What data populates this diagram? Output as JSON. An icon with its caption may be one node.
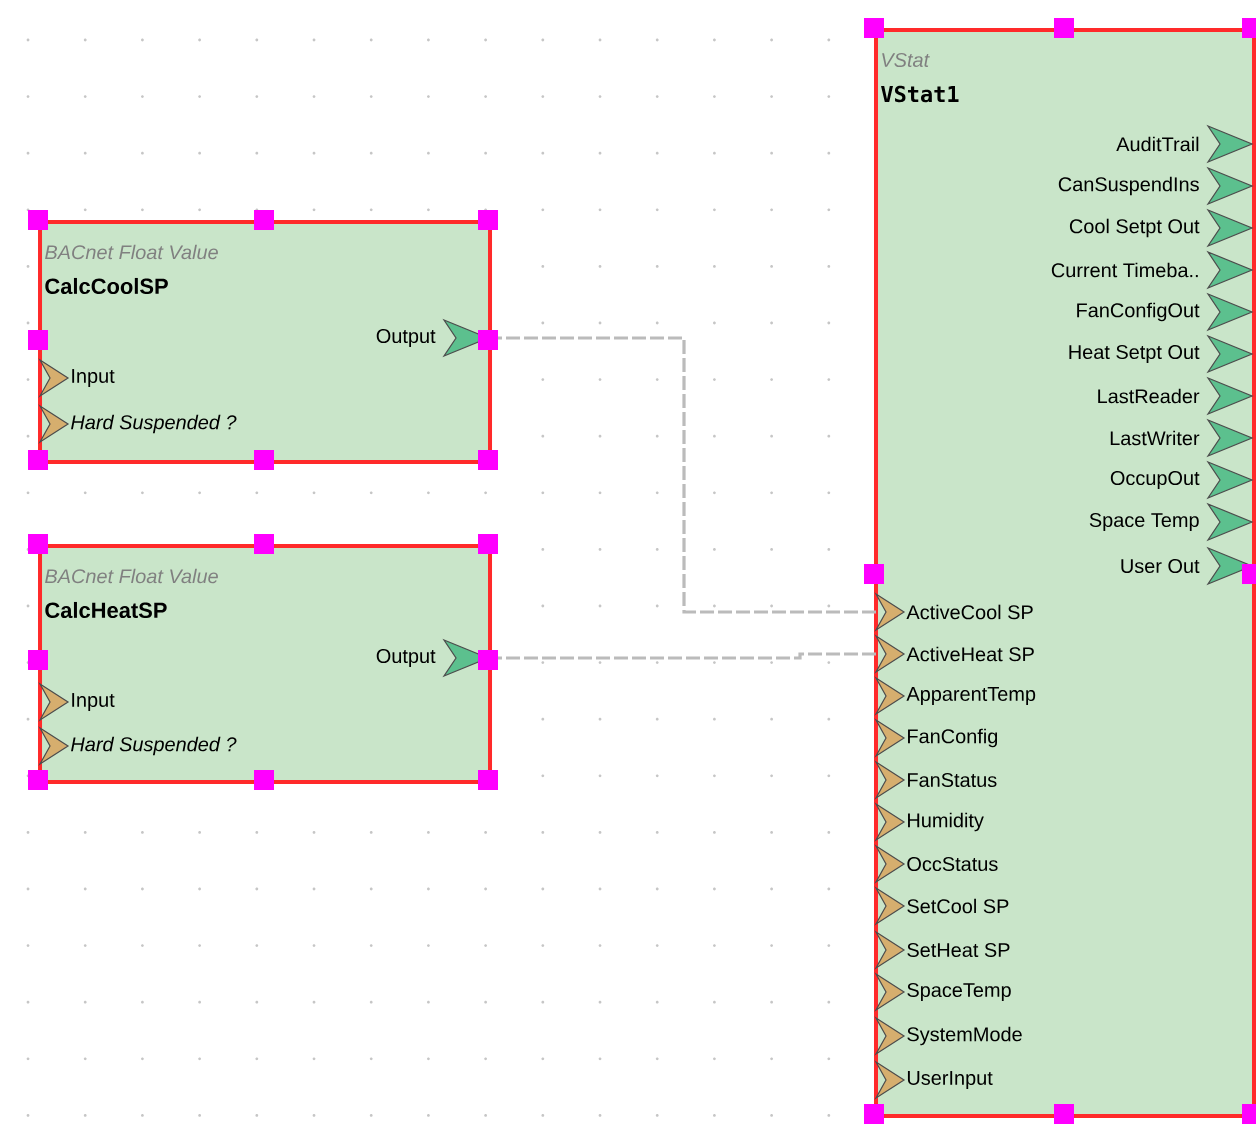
{
  "diagram": {
    "nodes": [
      {
        "text": [
          "BACnet Float Value",
          "CalcCoolSP"
        ]
      },
      {
        "text": [
          "Output"
        ],
        "in": 0
      },
      {
        "text": [
          "Input"
        ],
        "in": 0
      },
      {
        "text": [
          "Hard Suspended ?"
        ],
        "in": 0
      },
      {
        "text": [
          "BACnet Float Value",
          "CalcHeatSP"
        ]
      },
      {
        "text": [
          "Output"
        ],
        "in": 4
      },
      {
        "text": [
          "Input"
        ],
        "in": 4
      },
      {
        "text": [
          "Hard Suspended ?"
        ],
        "in": 4
      },
      {
        "text": [
          "VStat",
          "VStat1"
        ]
      },
      {
        "text": [
          "AuditTrail"
        ],
        "in": 8
      },
      {
        "text": [
          "CanSuspendIns"
        ],
        "in": 8
      },
      {
        "text": [
          "Cool Setpt Out"
        ],
        "in": 8
      },
      {
        "text": [
          "Current Timeba.."
        ],
        "in": 8
      },
      {
        "text": [
          "FanConfigOut"
        ],
        "in": 8
      },
      {
        "text": [
          "Heat Setpt Out"
        ],
        "in": 8
      },
      {
        "text": [
          "LastReader"
        ],
        "in": 8
      },
      {
        "text": [
          "LastWriter"
        ],
        "in": 8
      },
      {
        "text": [
          "OccupOut"
        ],
        "in": 8
      },
      {
        "text": [
          "Space Temp"
        ],
        "in": 8
      },
      {
        "text": [
          "User Out"
        ],
        "in": 8
      },
      {
        "text": [
          "ActiveCool SP"
        ],
        "in": 8
      },
      {
        "text": [
          "ActiveHeat SP"
        ],
        "in": 8
      },
      {
        "text": [
          "ApparentTemp"
        ],
        "in": 8
      },
      {
        "text": [
          "FanConfig"
        ],
        "in": 8
      },
      {
        "text": [
          "FanStatus"
        ],
        "in": 8
      },
      {
        "text": [
          "Humidity"
        ],
        "in": 8
      },
      {
        "text": [
          "OccStatus"
        ],
        "in": 8
      },
      {
        "text": [
          "SetCool SP"
        ],
        "in": 8
      },
      {
        "text": [
          "SetHeat SP"
        ],
        "in": 8
      },
      {
        "text": [
          "SpaceTemp"
        ],
        "in": 8
      },
      {
        "text": [
          "SystemMode"
        ],
        "in": 8
      },
      {
        "text": [
          "UserInput"
        ],
        "in": 8
      }
    ],
    "edges": [
      {
        "from": 1,
        "to": 20,
        "arrow": "none",
        "style": "dashed"
      },
      {
        "from": 5,
        "to": 21,
        "arrow": "none",
        "style": "dashed"
      }
    ]
  }
}
